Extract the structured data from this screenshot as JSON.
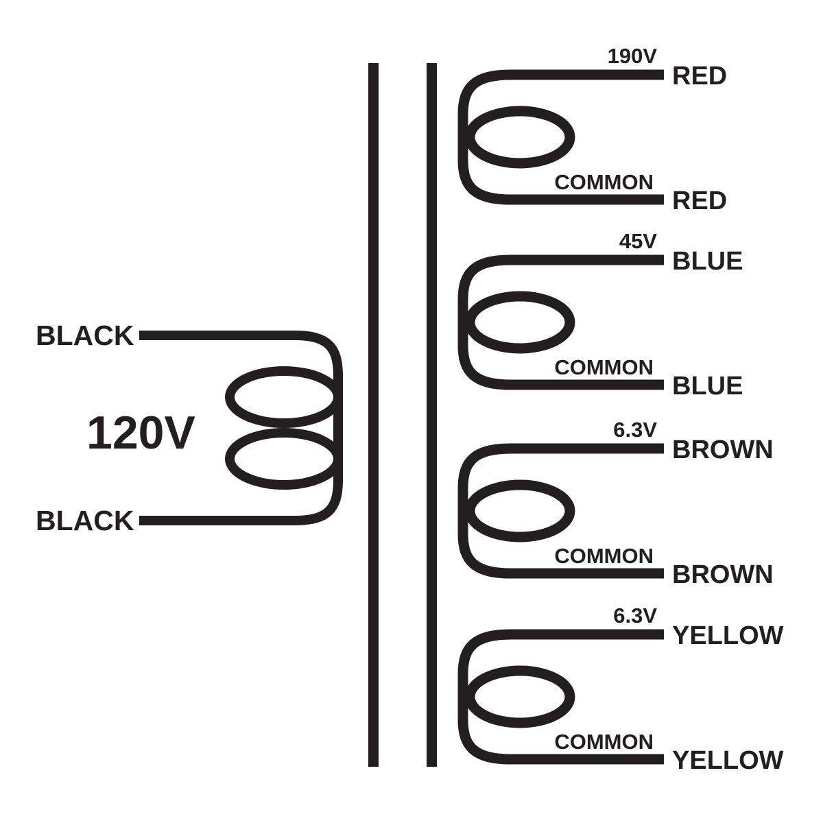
{
  "diagram_type": "transformer-wiring-schematic",
  "colors": {
    "ink": "#231f20",
    "background": "#ffffff"
  },
  "primary": {
    "voltage": "120V",
    "lead_top": "BLACK",
    "lead_bottom": "BLACK"
  },
  "secondaries": [
    {
      "voltage": "190V",
      "color": "RED",
      "common": "COMMON"
    },
    {
      "voltage": "45V",
      "color": "BLUE",
      "common": "COMMON"
    },
    {
      "voltage": "6.3V",
      "color": "BROWN",
      "common": "COMMON"
    },
    {
      "voltage": "6.3V",
      "color": "YELLOW",
      "common": "COMMON"
    }
  ]
}
